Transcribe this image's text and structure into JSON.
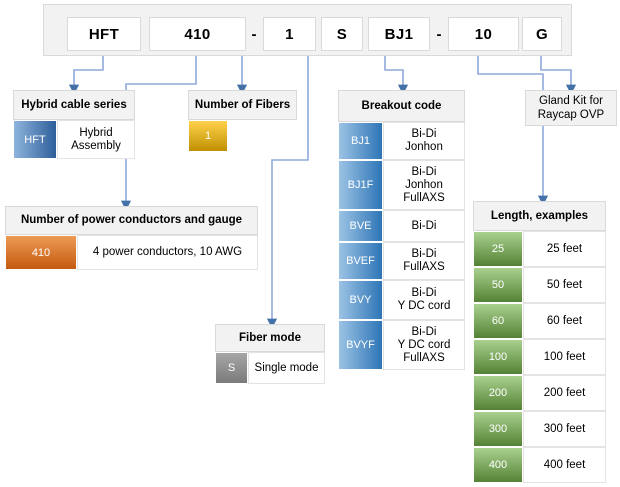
{
  "part_number": {
    "segments": [
      {
        "name": "series",
        "value": "HFT"
      },
      {
        "name": "power",
        "value": "410"
      },
      {
        "name": "dash1",
        "value": "-"
      },
      {
        "name": "fibers",
        "value": "1"
      },
      {
        "name": "mode",
        "value": "S"
      },
      {
        "name": "breakout",
        "value": "BJ1"
      },
      {
        "name": "dash2",
        "value": "-"
      },
      {
        "name": "length",
        "value": "10"
      },
      {
        "name": "gland",
        "value": "G"
      }
    ]
  },
  "legends": {
    "hybrid_cable_series": {
      "title": "Hybrid cable series",
      "rows": [
        {
          "code": "HFT",
          "desc": "Hybrid Assembly"
        }
      ]
    },
    "number_of_fibers": {
      "title": "Number of Fibers",
      "rows": [
        {
          "code": "1",
          "desc": ""
        }
      ]
    },
    "power_conductors": {
      "title": "Number of power conductors and gauge",
      "rows": [
        {
          "code": "410",
          "desc": "4 power conductors, 10 AWG"
        }
      ]
    },
    "fiber_mode": {
      "title": "Fiber mode",
      "rows": [
        {
          "code": "S",
          "desc": "Single mode"
        }
      ]
    },
    "breakout_code": {
      "title": "Breakout code",
      "rows": [
        {
          "code": "BJ1",
          "desc": "Bi-Di\nJonhon"
        },
        {
          "code": "BJ1F",
          "desc": "Bi-Di\nJonhon\nFullAXS"
        },
        {
          "code": "BVE",
          "desc": "Bi-Di"
        },
        {
          "code": "BVEF",
          "desc": "Bi-Di\nFullAXS"
        },
        {
          "code": "BVY",
          "desc": "Bi-Di\nY DC cord"
        },
        {
          "code": "BVYF",
          "desc": "Bi-Di\nY DC cord\nFullAXS"
        }
      ]
    },
    "length_examples": {
      "title": "Length, examples",
      "rows": [
        {
          "code": "25",
          "desc": "25 feet"
        },
        {
          "code": "50",
          "desc": "50 feet"
        },
        {
          "code": "60",
          "desc": "60 feet"
        },
        {
          "code": "100",
          "desc": "100 feet"
        },
        {
          "code": "200",
          "desc": "200 feet"
        },
        {
          "code": "300",
          "desc": "300 feet"
        },
        {
          "code": "400",
          "desc": "400 feet"
        }
      ]
    },
    "gland_kit": {
      "title": "Gland Kit for Raycap OVP"
    }
  },
  "colors": {
    "blue": "#2e75b6",
    "green": "#548235",
    "orange": "#c55a11",
    "gold": "#bf9000",
    "grey": "#7b7b7b",
    "connector": "#8faadc",
    "panel": "#f2f2f2",
    "border": "#d9d9d9"
  }
}
